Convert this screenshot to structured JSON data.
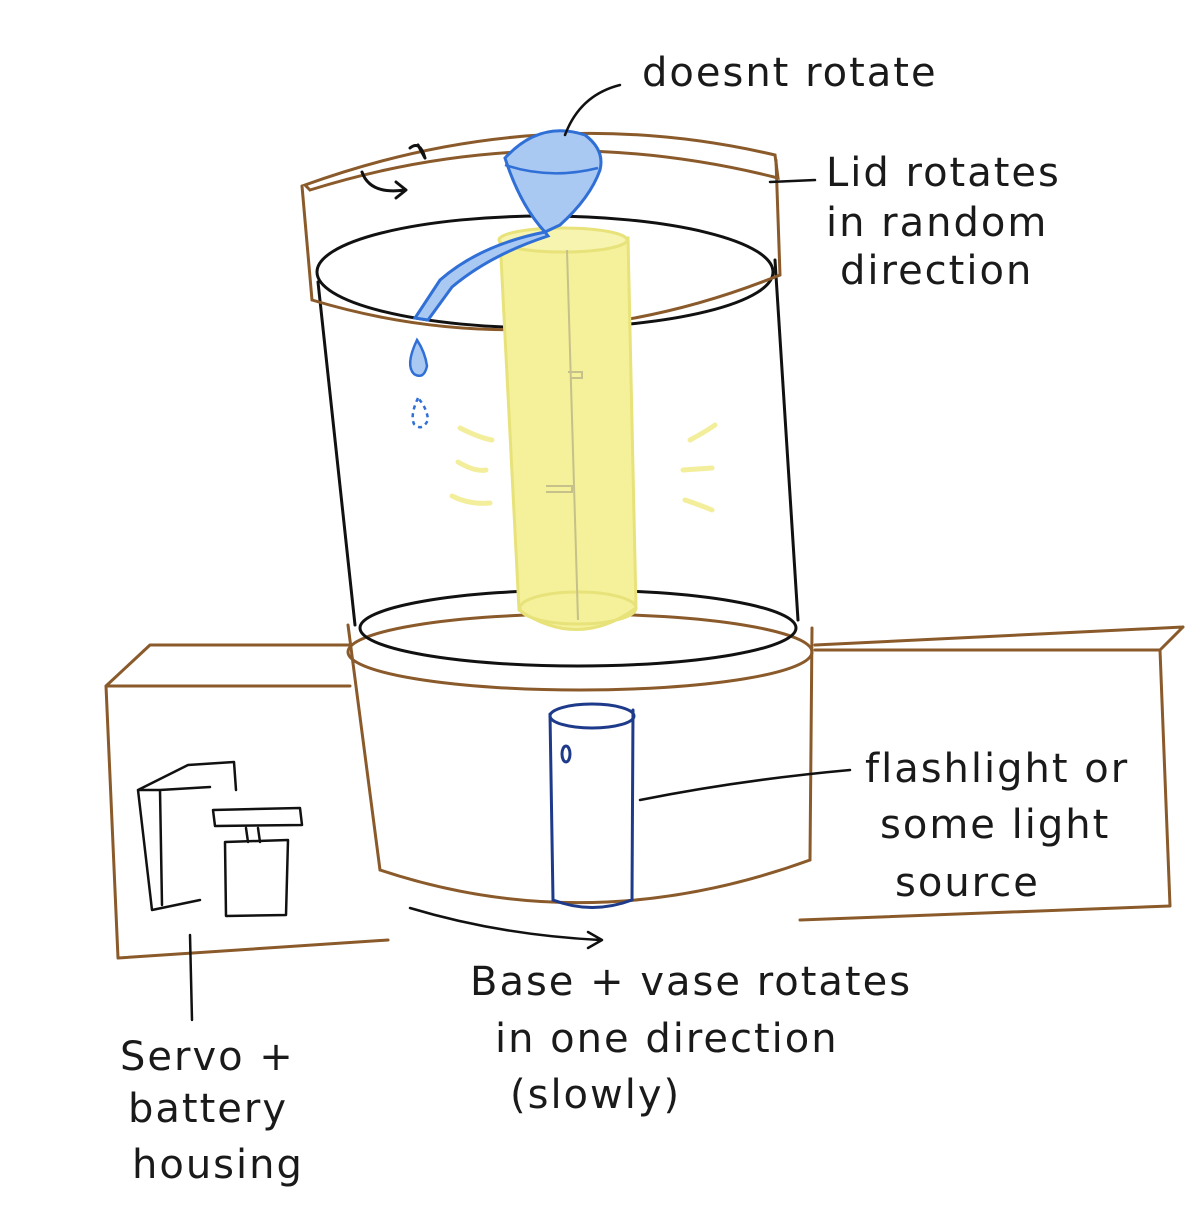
{
  "colors": {
    "ink": "#111111",
    "brown": "#8a5a2b",
    "blue": "#2f6fd6",
    "blue_fill": "#a9c8f2",
    "navy": "#1e3a8a",
    "yellow": "#f4f19a",
    "yellow_stroke": "#e8e27a",
    "glow": "#f3ee9c"
  },
  "labels": {
    "no_rotate": "doesnt rotate",
    "lid": [
      "Lid rotates",
      "in random",
      "direction"
    ],
    "flashlight": [
      "flashlight or",
      "some light",
      "source"
    ],
    "base": [
      "Base + vase rotates",
      "in one direction",
      "(slowly)"
    ],
    "servo": [
      "Servo +",
      "battery",
      "housing"
    ]
  }
}
